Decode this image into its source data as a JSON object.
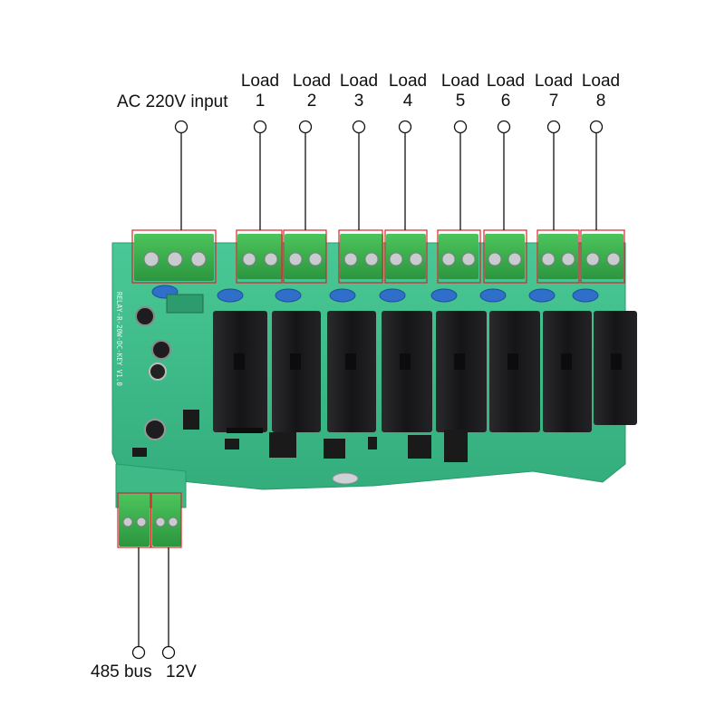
{
  "labels": {
    "ac_input": "AC 220V input",
    "loads": [
      {
        "top": "Load",
        "num": "1"
      },
      {
        "top": "Load",
        "num": "2"
      },
      {
        "top": "Load",
        "num": "3"
      },
      {
        "top": "Load",
        "num": "4"
      },
      {
        "top": "Load",
        "num": "5"
      },
      {
        "top": "Load",
        "num": "6"
      },
      {
        "top": "Load",
        "num": "7"
      },
      {
        "top": "Load",
        "num": "8"
      }
    ],
    "bus": "485 bus",
    "power": "12V"
  },
  "board": {
    "silkscreen": "RELAY-R-20W-DC-KEY V1.0",
    "relay_count": 8
  },
  "colors": {
    "pcb": "#3fbf8a",
    "terminal": "#35a94a",
    "relay": "#1c1c1e",
    "capacitor": "#2f6fc9",
    "highlight": "#d9262a"
  }
}
